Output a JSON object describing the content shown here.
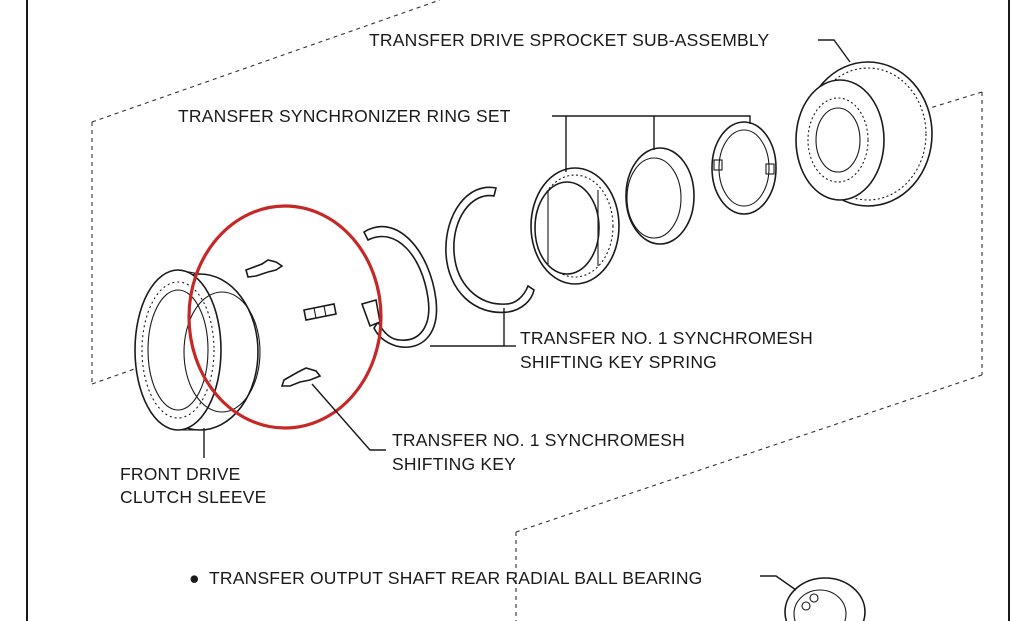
{
  "labels": {
    "sprocket": "TRANSFER DRIVE SPROCKET SUB-ASSEMBLY",
    "ring_set": "TRANSFER SYNCHRONIZER RING SET",
    "key_spring_line1": "TRANSFER NO. 1 SYNCHROMESH",
    "key_spring_line2": "SHIFTING KEY SPRING",
    "key_line1": "TRANSFER  NO. 1 SYNCHROMESH",
    "key_line2": "SHIFTING KEY",
    "sleeve_line1": "FRONT DRIVE",
    "sleeve_line2": "CLUTCH SLEEVE",
    "bearing_marker": "●",
    "bearing": "TRANSFER OUTPUT SHAFT REAR RADIAL BALL BEARING"
  },
  "colors": {
    "line": "#1a1a1a",
    "highlight_circle": "#c62828",
    "background": "#ffffff"
  }
}
